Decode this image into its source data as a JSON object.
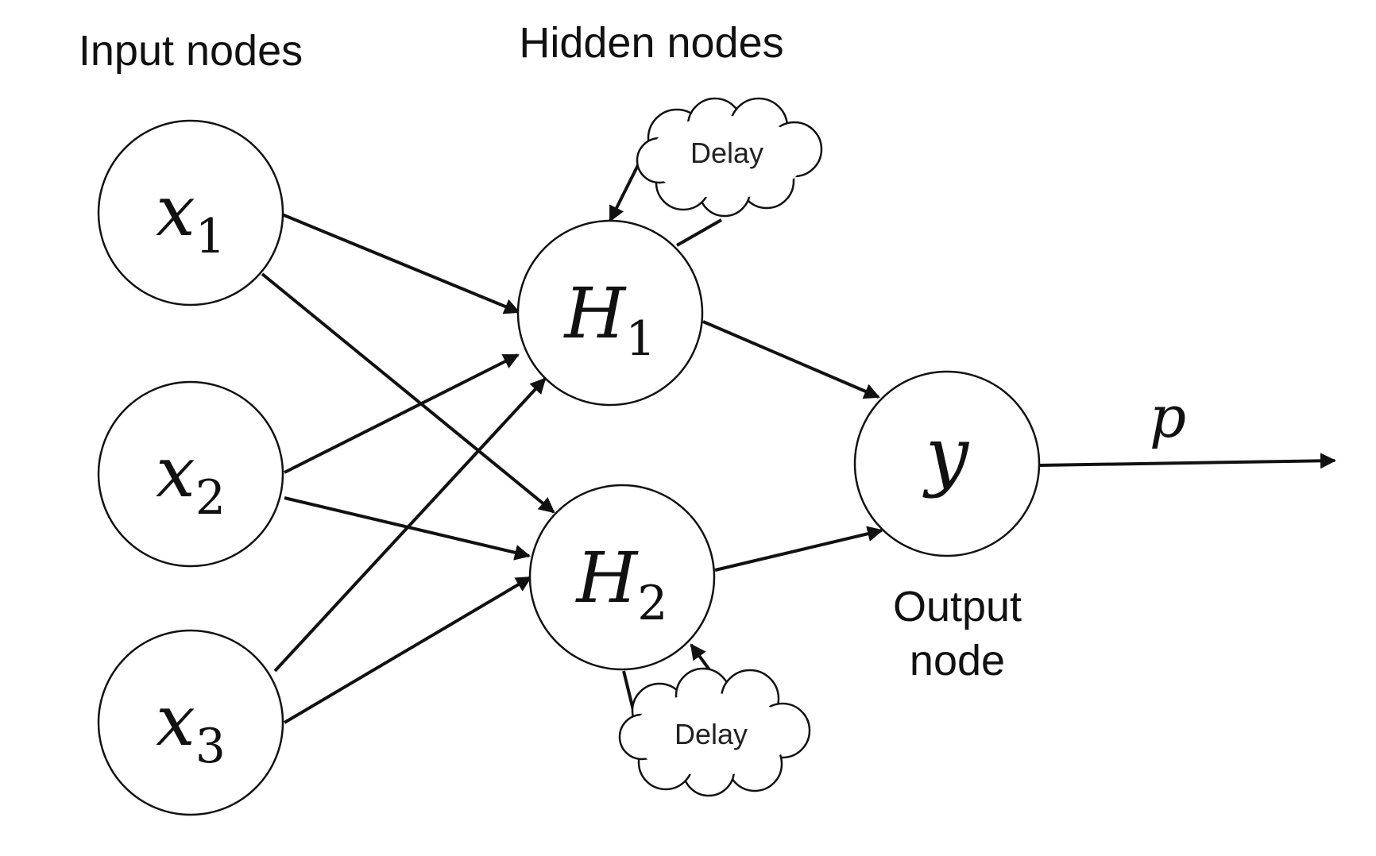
{
  "headers": {
    "input": "Input nodes",
    "hidden": "Hidden nodes",
    "output_line1": "Output",
    "output_line2": "node"
  },
  "nodes": {
    "x1": {
      "base": "x",
      "sub": "1"
    },
    "x2": {
      "base": "x",
      "sub": "2"
    },
    "x3": {
      "base": "x",
      "sub": "3"
    },
    "h1": {
      "base": "H",
      "sub": "1"
    },
    "h2": {
      "base": "H",
      "sub": "2"
    },
    "y": {
      "base": "y"
    }
  },
  "delays": {
    "top": "Delay",
    "bottom": "Delay"
  },
  "output_label": "p",
  "colors": {
    "stroke": "#111111",
    "background": "#ffffff"
  }
}
